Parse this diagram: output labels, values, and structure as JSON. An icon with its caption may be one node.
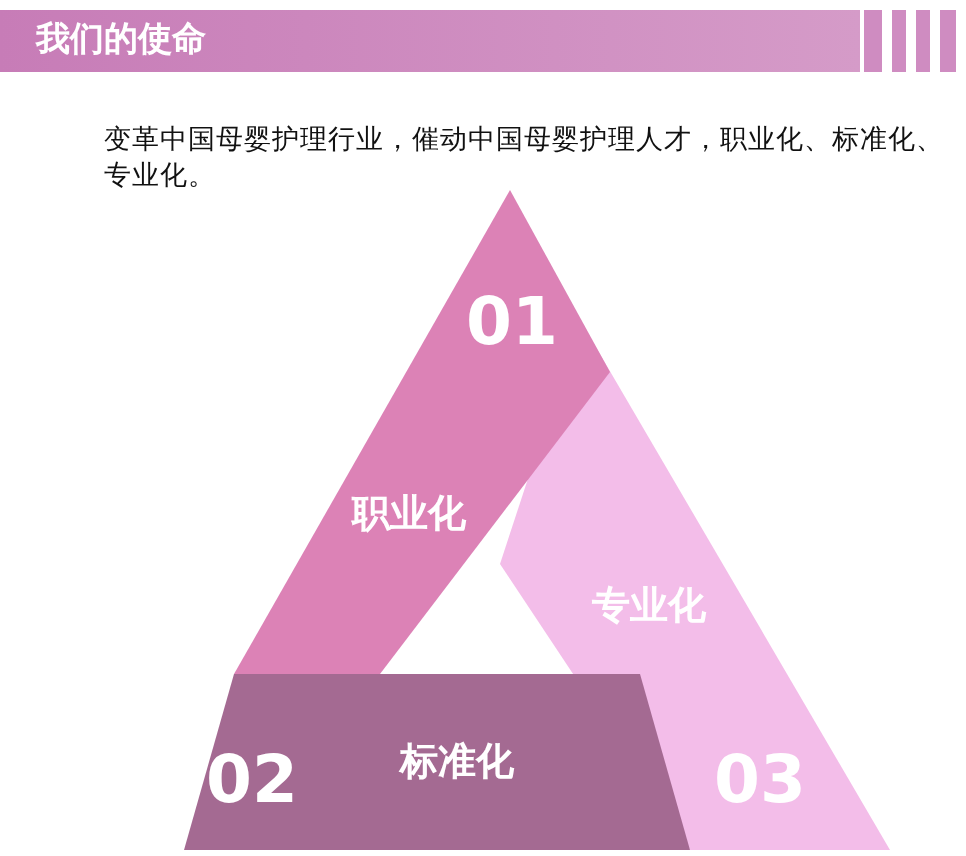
{
  "diagram": {
    "title": "我们的使命",
    "nodes": [
      {
        "text": [
          "01",
          "职业化"
        ]
      },
      {
        "text": [
          "02",
          "标准化"
        ]
      },
      {
        "text": [
          "03",
          "专业化"
        ]
      }
    ],
    "labels": [
      "变革中国母婴护理行业，催动中国母婴护理人才，职业化、标准化、专业化。"
    ]
  }
}
